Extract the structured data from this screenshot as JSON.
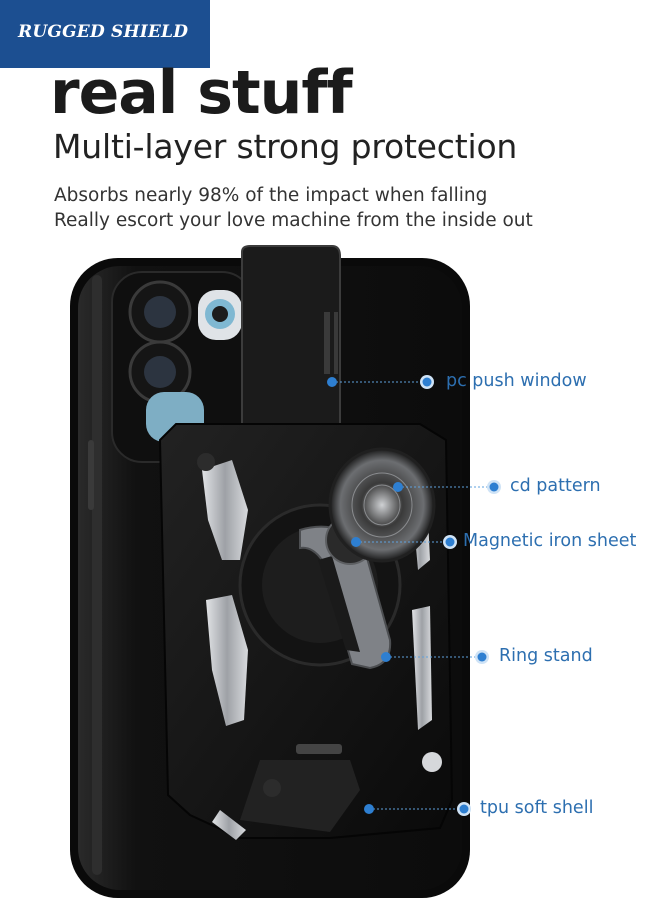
{
  "badge": {
    "text": "RUGGED SHIELD",
    "color": "#1c4f91"
  },
  "header": {
    "title": "real stuff",
    "subtitle": "Multi-layer strong protection",
    "lines": [
      "Absorbs nearly 98% of the impact when falling",
      "Really escort your love machine from the inside out"
    ]
  },
  "callouts": [
    {
      "label": "pc push window"
    },
    {
      "label": "cd pattern"
    },
    {
      "label": "Magnetic iron sheet"
    },
    {
      "label": "Ring stand"
    },
    {
      "label": "tpu soft shell"
    }
  ],
  "colors": {
    "accent": "#2e7fd1",
    "label": "#2d6fb0",
    "case": "#141414",
    "armor": "#b9bcc1"
  }
}
